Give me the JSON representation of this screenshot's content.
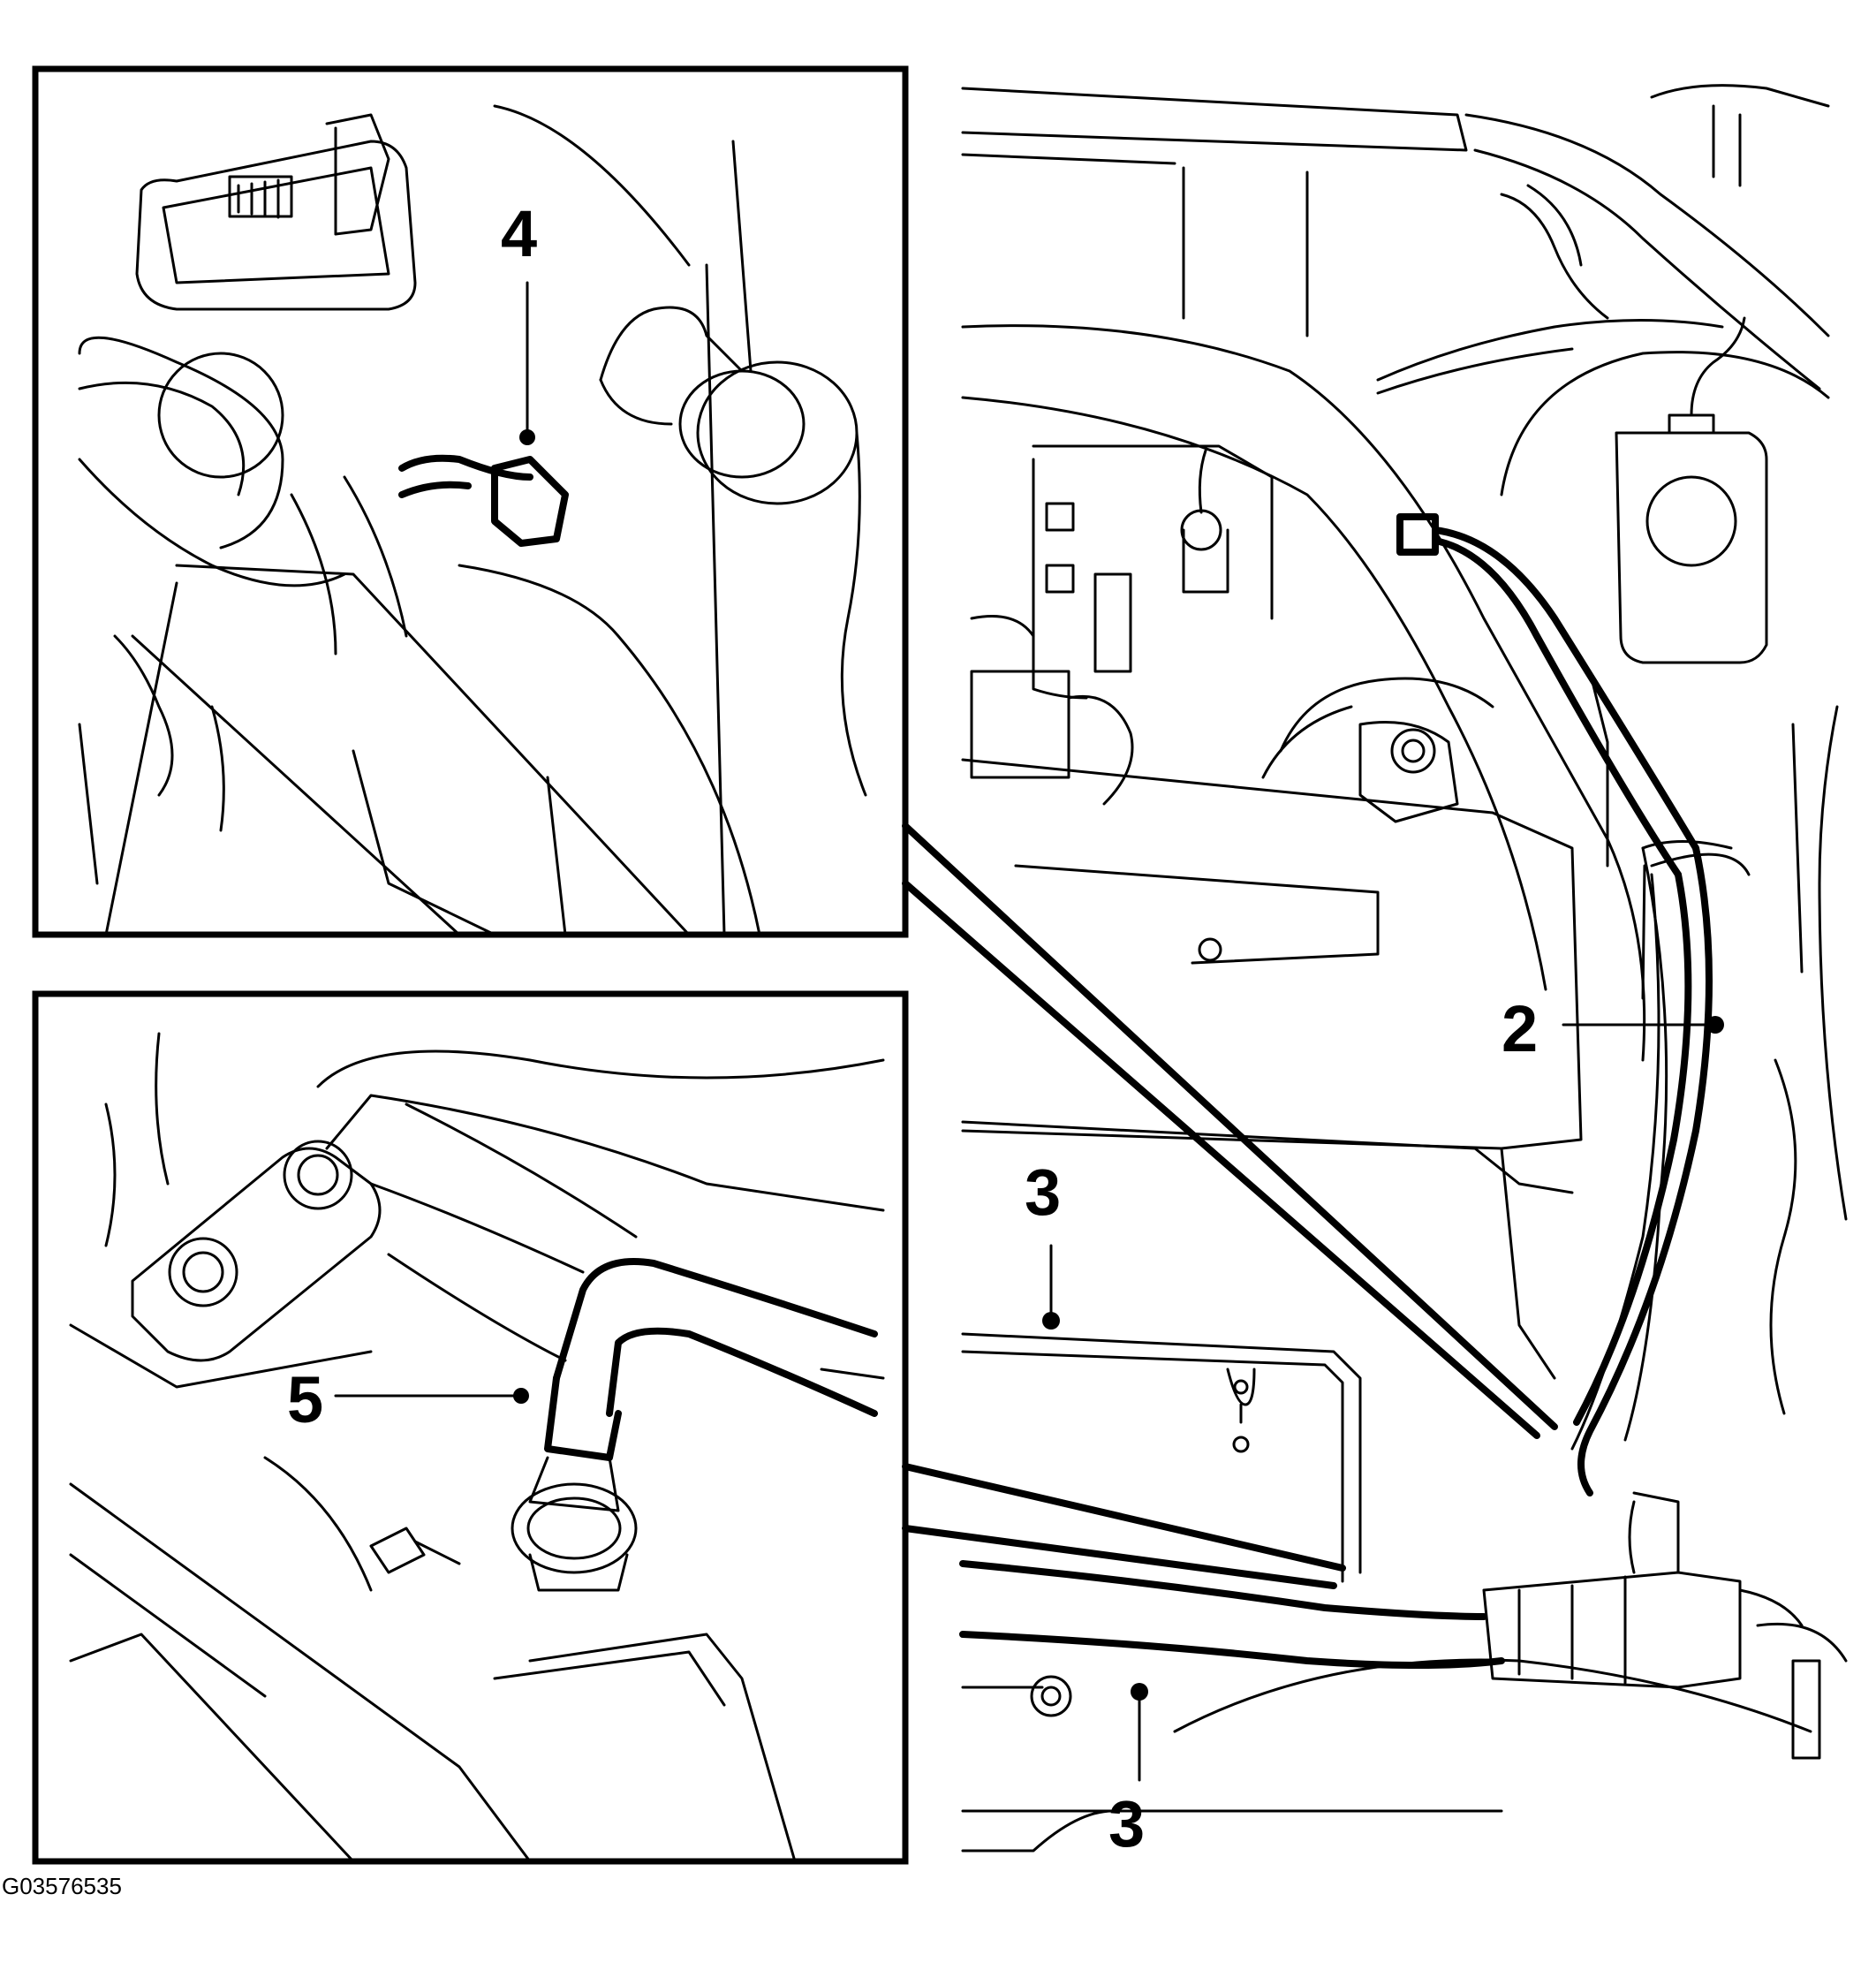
{
  "figure_id": "G03576535",
  "callouts": {
    "label_2": "2",
    "label_3_upper": "3",
    "label_3_lower": "3",
    "label_4": "4",
    "label_5": "5"
  },
  "colors": {
    "line": "#000000",
    "background": "#ffffff"
  }
}
